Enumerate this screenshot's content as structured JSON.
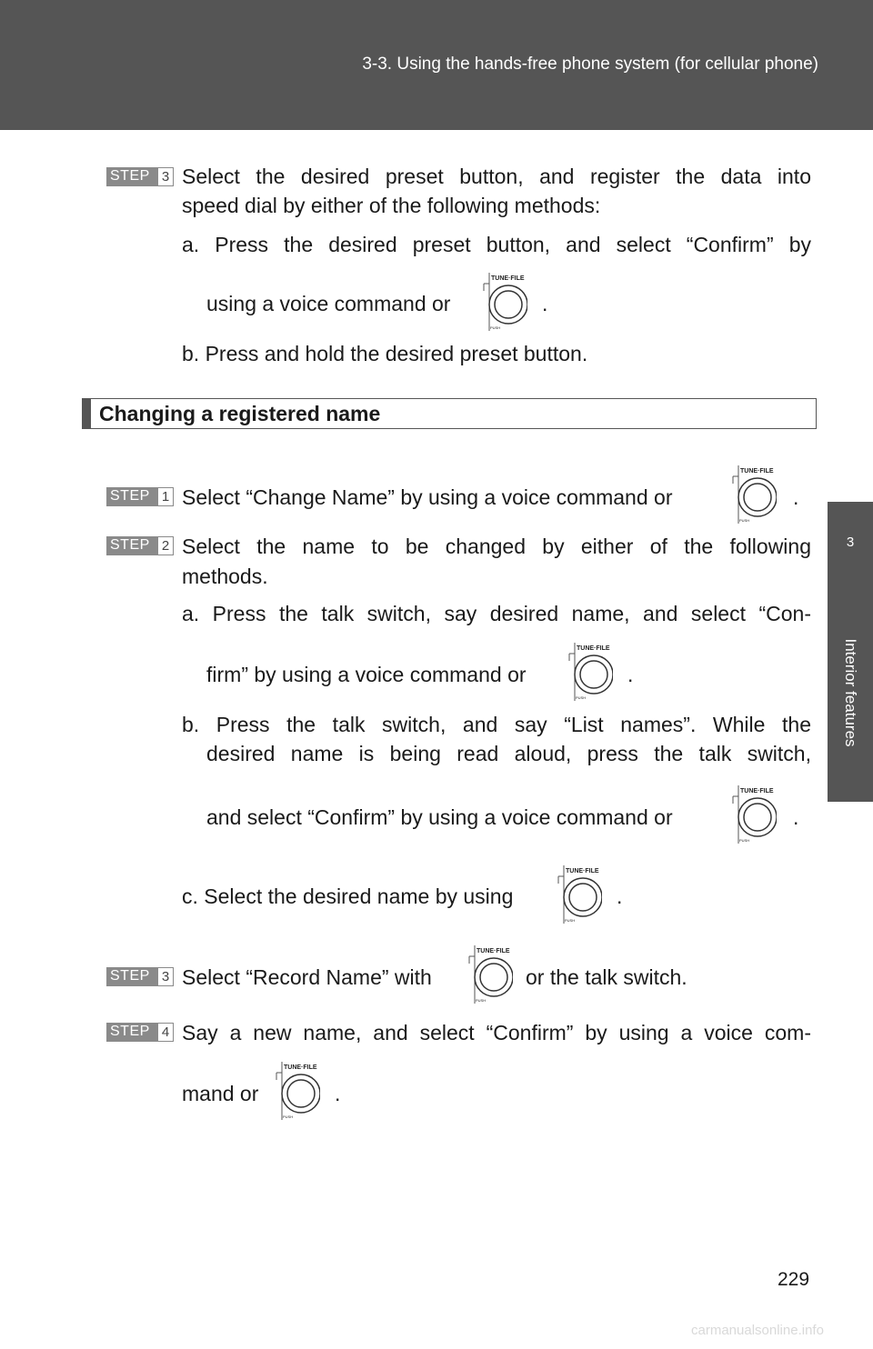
{
  "header": {
    "title": "3-3. Using the hands-free phone system (for cellular phone)"
  },
  "side_tab": {
    "number": "3",
    "label": "Interior features"
  },
  "step_label": "STEP",
  "knob": {
    "top_text": "TUNE·FILE",
    "bottom_text": "PUSH"
  },
  "intro_step": {
    "number": "3",
    "line1": "Select the desired preset button, and register the data into",
    "line2": "speed dial by either of the following methods:",
    "a_line1": "a. Press the desired preset button, and select “Confirm” by",
    "a_line2": "using a voice command or",
    "b_line": "b. Press and hold the desired preset button."
  },
  "section": {
    "title": "Changing a registered name"
  },
  "steps": [
    {
      "number": "1",
      "text": "Select “Change Name” by using a voice command or"
    },
    {
      "number": "2",
      "line1": "Select the name to be changed by either of the following",
      "line2": "methods.",
      "a_line1": "a. Press the talk switch, say desired name, and select “Con-",
      "a_line2": "firm” by using a voice command or",
      "b_line1": "b. Press the talk switch, and say “List names”. While the",
      "b_line2": "desired name is being read aloud, press the talk switch,",
      "b_line3": "and select “Confirm” by using a voice command or",
      "c_line": "c. Select the desired name by using"
    },
    {
      "number": "3",
      "text_before": "Select “Record Name” with",
      "text_after": "or the talk switch."
    },
    {
      "number": "4",
      "line1": "Say a new name, and select “Confirm” by using a voice com-",
      "line2": "mand or"
    }
  ],
  "period": ".",
  "page_number": "229",
  "watermark": "carmanualsonline.info"
}
